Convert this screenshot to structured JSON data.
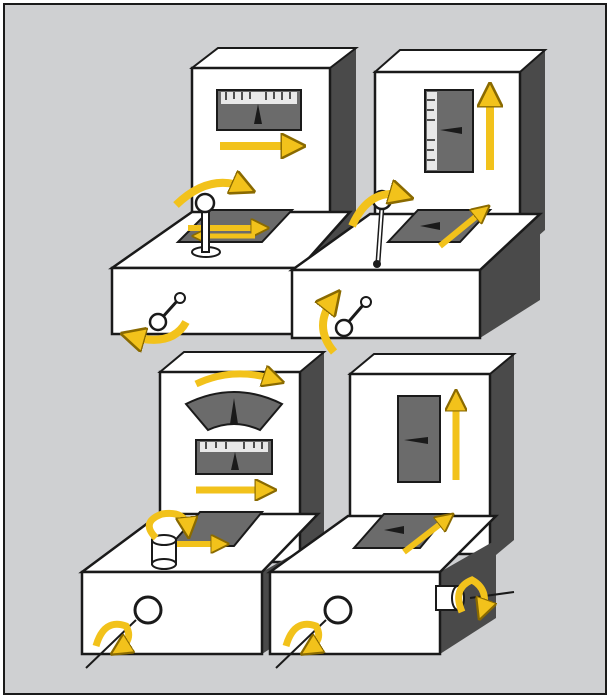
{
  "figure": {
    "background": "#cfd0d2",
    "frame": "#1a1a1a",
    "panel_white": "#ffffff",
    "shadow": "#4a4a4a",
    "screen": "#6b6b6b",
    "ink": "#1a1a1a",
    "accent": "#f2c21b",
    "accent_edge": "#8a6a00"
  },
  "units": [
    {
      "id": "top-left",
      "indicator": "horizontal-scale",
      "indicator_arrow": "right-arrow",
      "control": "lever-joystick",
      "control_motion": "curved-arrow-right",
      "panel_arrows": [
        "right-arrow",
        "left-arrow"
      ],
      "front_control": "crank-handle",
      "front_motion": "curved-arrow-ccw"
    },
    {
      "id": "top-right",
      "indicator": "vertical-scale",
      "indicator_arrow": "up-arrow",
      "control": "lever-joystick",
      "control_motion": "curved-arrow-up",
      "panel_arrows": [
        "diagonal-up-arrow"
      ],
      "front_control": "crank-handle",
      "front_motion": "curved-arrow-up"
    },
    {
      "id": "bottom-left",
      "indicator": "arc-dial-and-horizontal-scale",
      "indicator_arrow": "right-arrow",
      "control": "rotary-knob",
      "control_motion": "curved-arrow-clockwise",
      "panel_arrows": [
        "right-arrow"
      ],
      "front_control": "round-knob",
      "front_motion": "curved-arrow-clockwise"
    },
    {
      "id": "bottom-right",
      "indicator": "vertical-scale",
      "indicator_arrow": "up-arrow",
      "control": "none",
      "control_motion": "none",
      "panel_arrows": [
        "diagonal-up-arrow"
      ],
      "front_control": "round-knob",
      "front_motion": "curved-arrow-clockwise",
      "side_control": "side-knob"
    }
  ]
}
